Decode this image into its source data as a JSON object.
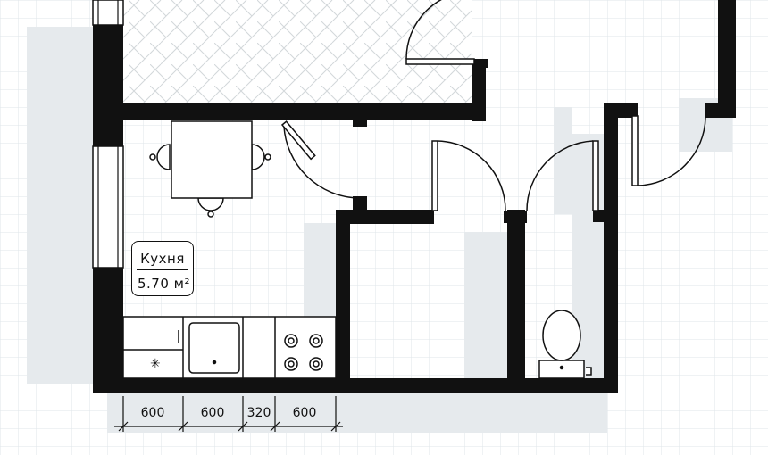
{
  "room": {
    "name": "Кухня",
    "area": "5.70 м²"
  },
  "dimensions": [
    "600",
    "600",
    "320",
    "600"
  ],
  "colors": {
    "wall": "#111111",
    "floor": "#ffffff",
    "grid": "#dfe6ea",
    "shadow": "#e6eaed",
    "hatch": "#d9dde0"
  }
}
